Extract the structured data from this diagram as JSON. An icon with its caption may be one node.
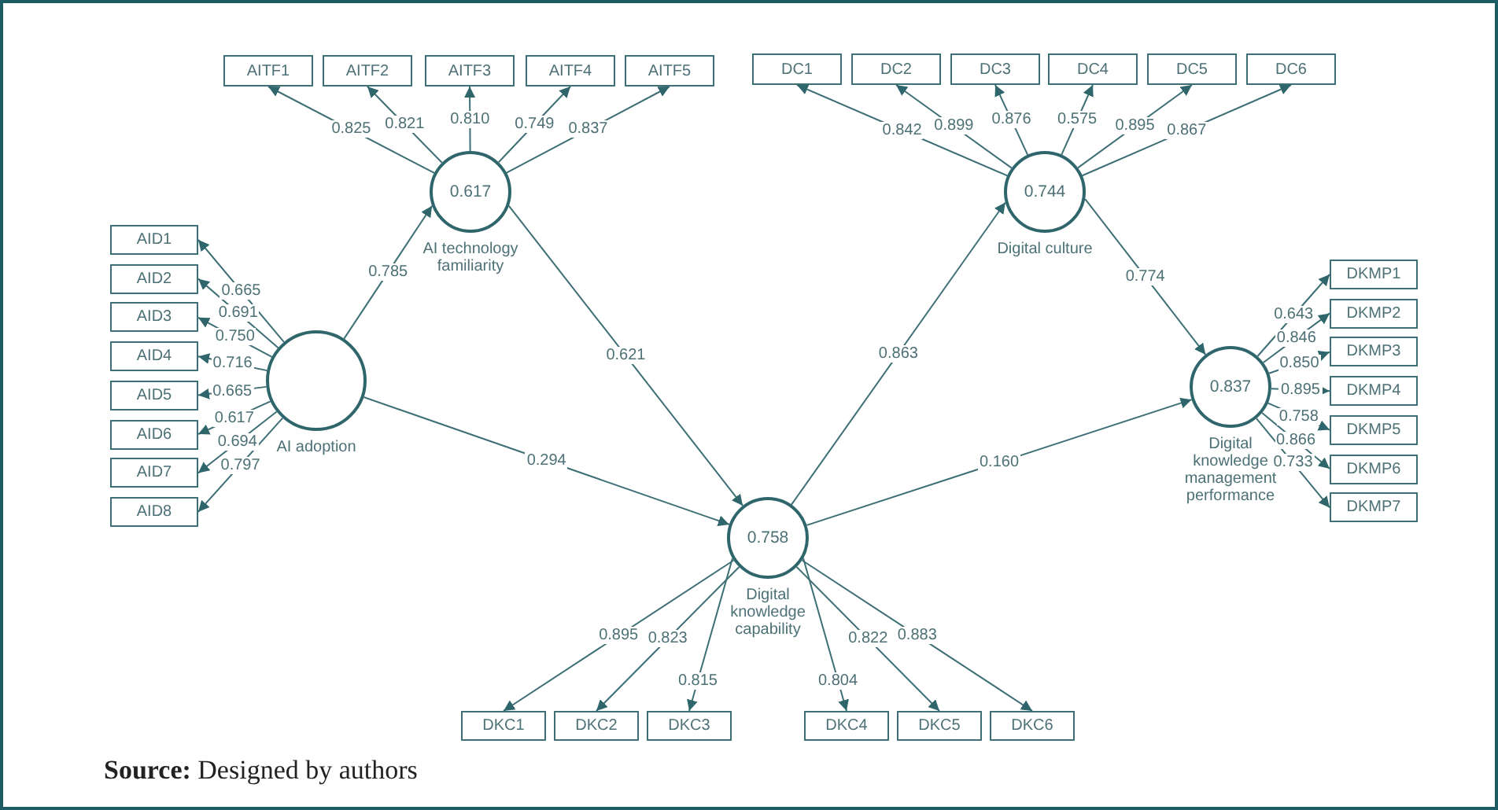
{
  "diagram": {
    "caption": "**Source:** Designed by authors",
    "nodes": [
      {
        "text": [
          "AI adoption"
        ]
      },
      {
        "text": [
          "0.617",
          "AI technology familiarity"
        ]
      },
      {
        "text": [
          "0.744",
          "Digital culture"
        ]
      },
      {
        "text": [
          "0.758",
          "Digital knowledge capability"
        ]
      },
      {
        "text": [
          "0.837",
          "Digital knowledge management performance"
        ]
      },
      {
        "text": [
          "AITF1"
        ]
      },
      {
        "text": [
          "AITF2"
        ]
      },
      {
        "text": [
          "AITF3"
        ]
      },
      {
        "text": [
          "AITF4"
        ]
      },
      {
        "text": [
          "AITF5"
        ]
      },
      {
        "text": [
          "DC1"
        ]
      },
      {
        "text": [
          "DC2"
        ]
      },
      {
        "text": [
          "DC3"
        ]
      },
      {
        "text": [
          "DC4"
        ]
      },
      {
        "text": [
          "DC5"
        ]
      },
      {
        "text": [
          "DC6"
        ]
      },
      {
        "text": [
          "AID1"
        ]
      },
      {
        "text": [
          "AID2"
        ]
      },
      {
        "text": [
          "AID3"
        ]
      },
      {
        "text": [
          "AID4"
        ]
      },
      {
        "text": [
          "AID5"
        ]
      },
      {
        "text": [
          "AID6"
        ]
      },
      {
        "text": [
          "AID7"
        ]
      },
      {
        "text": [
          "AID8"
        ]
      },
      {
        "text": [
          "DKMP1"
        ]
      },
      {
        "text": [
          "DKMP2"
        ]
      },
      {
        "text": [
          "DKMP3"
        ]
      },
      {
        "text": [
          "DKMP4"
        ]
      },
      {
        "text": [
          "DKMP5"
        ]
      },
      {
        "text": [
          "DKMP6"
        ]
      },
      {
        "text": [
          "DKMP7"
        ]
      },
      {
        "text": [
          "DKC1"
        ]
      },
      {
        "text": [
          "DKC2"
        ]
      },
      {
        "text": [
          "DKC3"
        ]
      },
      {
        "text": [
          "DKC4"
        ]
      },
      {
        "text": [
          "DKC5"
        ]
      },
      {
        "text": [
          "DKC6"
        ]
      }
    ],
    "edges": [
      {
        "from": 0,
        "to": 1,
        "arrow": "to",
        "label": "0.785"
      },
      {
        "from": 0,
        "to": 3,
        "arrow": "to",
        "label": "0.294"
      },
      {
        "from": 1,
        "to": 3,
        "arrow": "to",
        "label": "0.621"
      },
      {
        "from": 3,
        "to": 2,
        "arrow": "to",
        "label": "0.863"
      },
      {
        "from": 3,
        "to": 4,
        "arrow": "to",
        "label": "0.160"
      },
      {
        "from": 2,
        "to": 4,
        "arrow": "to",
        "label": "0.774"
      },
      {
        "from": 1,
        "to": 5,
        "arrow": "to",
        "label": "0.825"
      },
      {
        "from": 1,
        "to": 6,
        "arrow": "to",
        "label": "0.821"
      },
      {
        "from": 1,
        "to": 7,
        "arrow": "to",
        "label": "0.810"
      },
      {
        "from": 1,
        "to": 8,
        "arrow": "to",
        "label": "0.749"
      },
      {
        "from": 1,
        "to": 9,
        "arrow": "to",
        "label": "0.837"
      },
      {
        "from": 2,
        "to": 10,
        "arrow": "to",
        "label": "0.842"
      },
      {
        "from": 2,
        "to": 11,
        "arrow": "to",
        "label": "0.899"
      },
      {
        "from": 2,
        "to": 12,
        "arrow": "to",
        "label": "0.876"
      },
      {
        "from": 2,
        "to": 13,
        "arrow": "to",
        "label": "0.575"
      },
      {
        "from": 2,
        "to": 14,
        "arrow": "to",
        "label": "0.895"
      },
      {
        "from": 2,
        "to": 15,
        "arrow": "to",
        "label": "0.867"
      },
      {
        "from": 0,
        "to": 16,
        "arrow": "to",
        "label": "0.665"
      },
      {
        "from": 0,
        "to": 17,
        "arrow": "to",
        "label": "0.691"
      },
      {
        "from": 0,
        "to": 18,
        "arrow": "to",
        "label": "0.750"
      },
      {
        "from": 0,
        "to": 19,
        "arrow": "to",
        "label": "0.716"
      },
      {
        "from": 0,
        "to": 20,
        "arrow": "to",
        "label": "0.665"
      },
      {
        "from": 0,
        "to": 21,
        "arrow": "to",
        "label": "0.617"
      },
      {
        "from": 0,
        "to": 22,
        "arrow": "to",
        "label": "0.694"
      },
      {
        "from": 0,
        "to": 23,
        "arrow": "to",
        "label": "0.797"
      },
      {
        "from": 4,
        "to": 24,
        "arrow": "to",
        "label": "0.643"
      },
      {
        "from": 4,
        "to": 25,
        "arrow": "to",
        "label": "0.846"
      },
      {
        "from": 4,
        "to": 26,
        "arrow": "to",
        "label": "0.850"
      },
      {
        "from": 4,
        "to": 27,
        "arrow": "to",
        "label": "0.895"
      },
      {
        "from": 4,
        "to": 28,
        "arrow": "to",
        "label": "0.758"
      },
      {
        "from": 4,
        "to": 29,
        "arrow": "to",
        "label": "0.866"
      },
      {
        "from": 4,
        "to": 30,
        "arrow": "to",
        "label": "0.733"
      },
      {
        "from": 3,
        "to": 31,
        "arrow": "to",
        "label": "0.895"
      },
      {
        "from": 3,
        "to": 32,
        "arrow": "to",
        "label": "0.823"
      },
      {
        "from": 3,
        "to": 33,
        "arrow": "to",
        "label": "0.815"
      },
      {
        "from": 3,
        "to": 34,
        "arrow": "to",
        "label": "0.804"
      },
      {
        "from": 3,
        "to": 35,
        "arrow": "to",
        "label": "0.822"
      },
      {
        "from": 3,
        "to": 36,
        "arrow": "to",
        "label": "0.883"
      }
    ]
  }
}
